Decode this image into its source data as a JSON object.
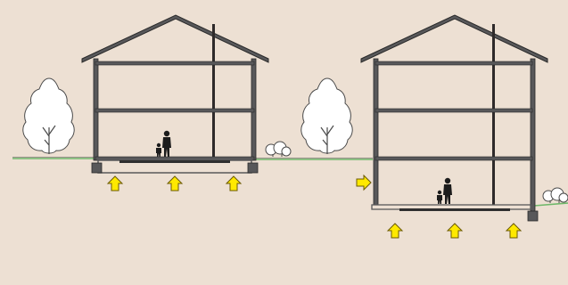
{
  "colors": {
    "background": "#ede0d3",
    "structure": "#58585a",
    "structure_outline": "#2a2a2a",
    "ground_line": "#6fb86a",
    "arrow_fill": "#ffe900",
    "arrow_stroke": "#6b5a00",
    "heating_mat": "#2f2f2f",
    "tree_fill": "#ffffff",
    "tree_stroke": "#4a4a4a",
    "figure": "#1c1c1c"
  },
  "icons": {
    "tree": "tree-icon",
    "shrub": "shrub-icon",
    "person": "person-icon",
    "up_arrow": "up-arrow-icon",
    "side_arrow": "right-arrow-icon"
  },
  "houses": [
    {
      "name": "slab-on-grade-house",
      "floors": 3,
      "below_grade": false,
      "up_arrows": 3,
      "side_arrow": false
    },
    {
      "name": "basement-house",
      "floors": 3,
      "below_grade": true,
      "up_arrows": 3,
      "side_arrow": true
    }
  ]
}
